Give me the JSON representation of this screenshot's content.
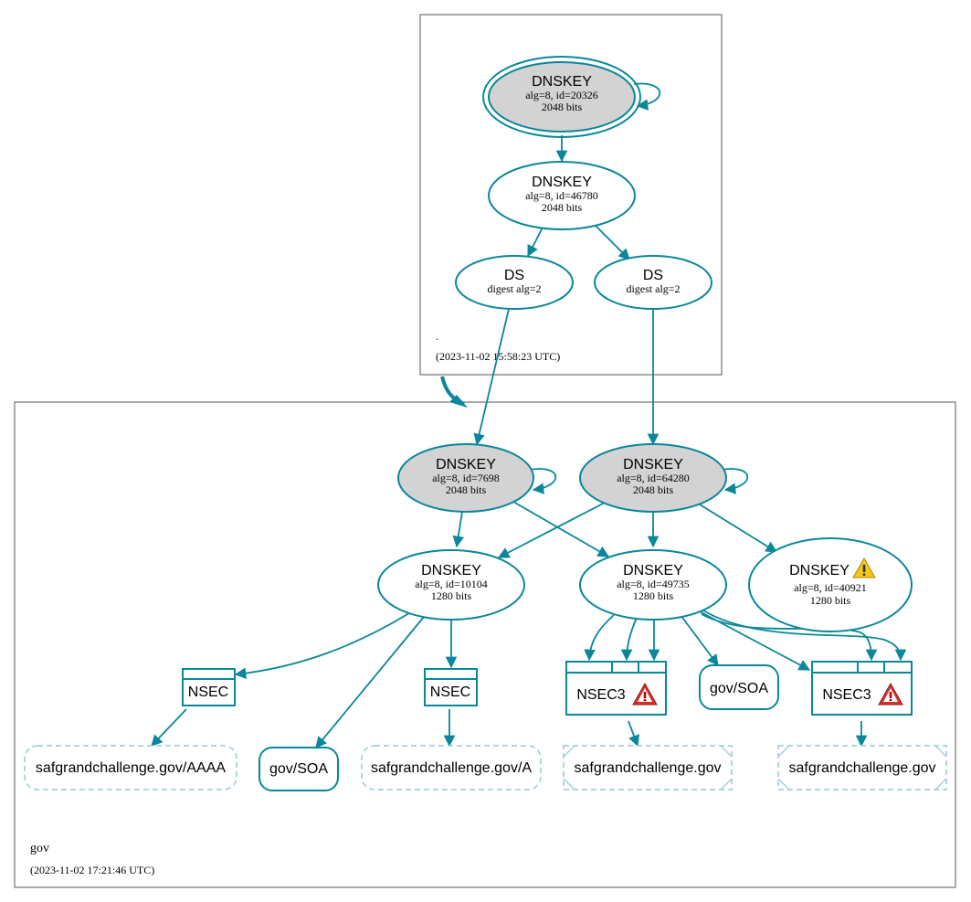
{
  "zones": {
    "root": {
      "name": ".",
      "timestamp": "(2023-11-02 15:58:23 UTC)"
    },
    "gov": {
      "name": "gov",
      "timestamp": "(2023-11-02 17:21:46 UTC)"
    }
  },
  "nodes": {
    "root_ksk": {
      "title": "DNSKEY",
      "line1": "alg=8, id=20326",
      "line2": "2048 bits"
    },
    "root_zsk": {
      "title": "DNSKEY",
      "line1": "alg=8, id=46780",
      "line2": "2048 bits"
    },
    "root_ds1": {
      "title": "DS",
      "line1": "digest alg=2"
    },
    "root_ds2": {
      "title": "DS",
      "line1": "digest alg=2"
    },
    "gov_ksk1": {
      "title": "DNSKEY",
      "line1": "alg=8, id=7698",
      "line2": "2048 bits"
    },
    "gov_ksk2": {
      "title": "DNSKEY",
      "line1": "alg=8, id=64280",
      "line2": "2048 bits"
    },
    "gov_zsk1": {
      "title": "DNSKEY",
      "line1": "alg=8, id=10104",
      "line2": "1280 bits"
    },
    "gov_zsk2": {
      "title": "DNSKEY",
      "line1": "alg=8, id=49735",
      "line2": "1280 bits"
    },
    "gov_zsk3": {
      "title": "DNSKEY",
      "line1": "alg=8, id=40921",
      "line2": "1280 bits"
    },
    "nsec1": {
      "title": "NSEC"
    },
    "nsec2": {
      "title": "NSEC"
    },
    "nsec3_1": {
      "title": "NSEC3"
    },
    "nsec3_2": {
      "title": "NSEC3"
    },
    "rr_aaaa": {
      "title": "safgrandchallenge.gov/AAAA"
    },
    "rr_soa1": {
      "title": "gov/SOA"
    },
    "rr_a": {
      "title": "safgrandchallenge.gov/A"
    },
    "rr_nx1": {
      "title": "safgrandchallenge.gov"
    },
    "rr_soa2": {
      "title": "gov/SOA"
    },
    "rr_nx2": {
      "title": "safgrandchallenge.gov"
    }
  },
  "colors": {
    "edge": "#0a879a",
    "ksk_fill": "#d3d3d3",
    "dashed_border": "#a8d1da",
    "warning_yellow": "#f5c518",
    "error_red": "#d9302c"
  },
  "icons": {
    "warning": "warning-icon",
    "error": "error-icon"
  }
}
